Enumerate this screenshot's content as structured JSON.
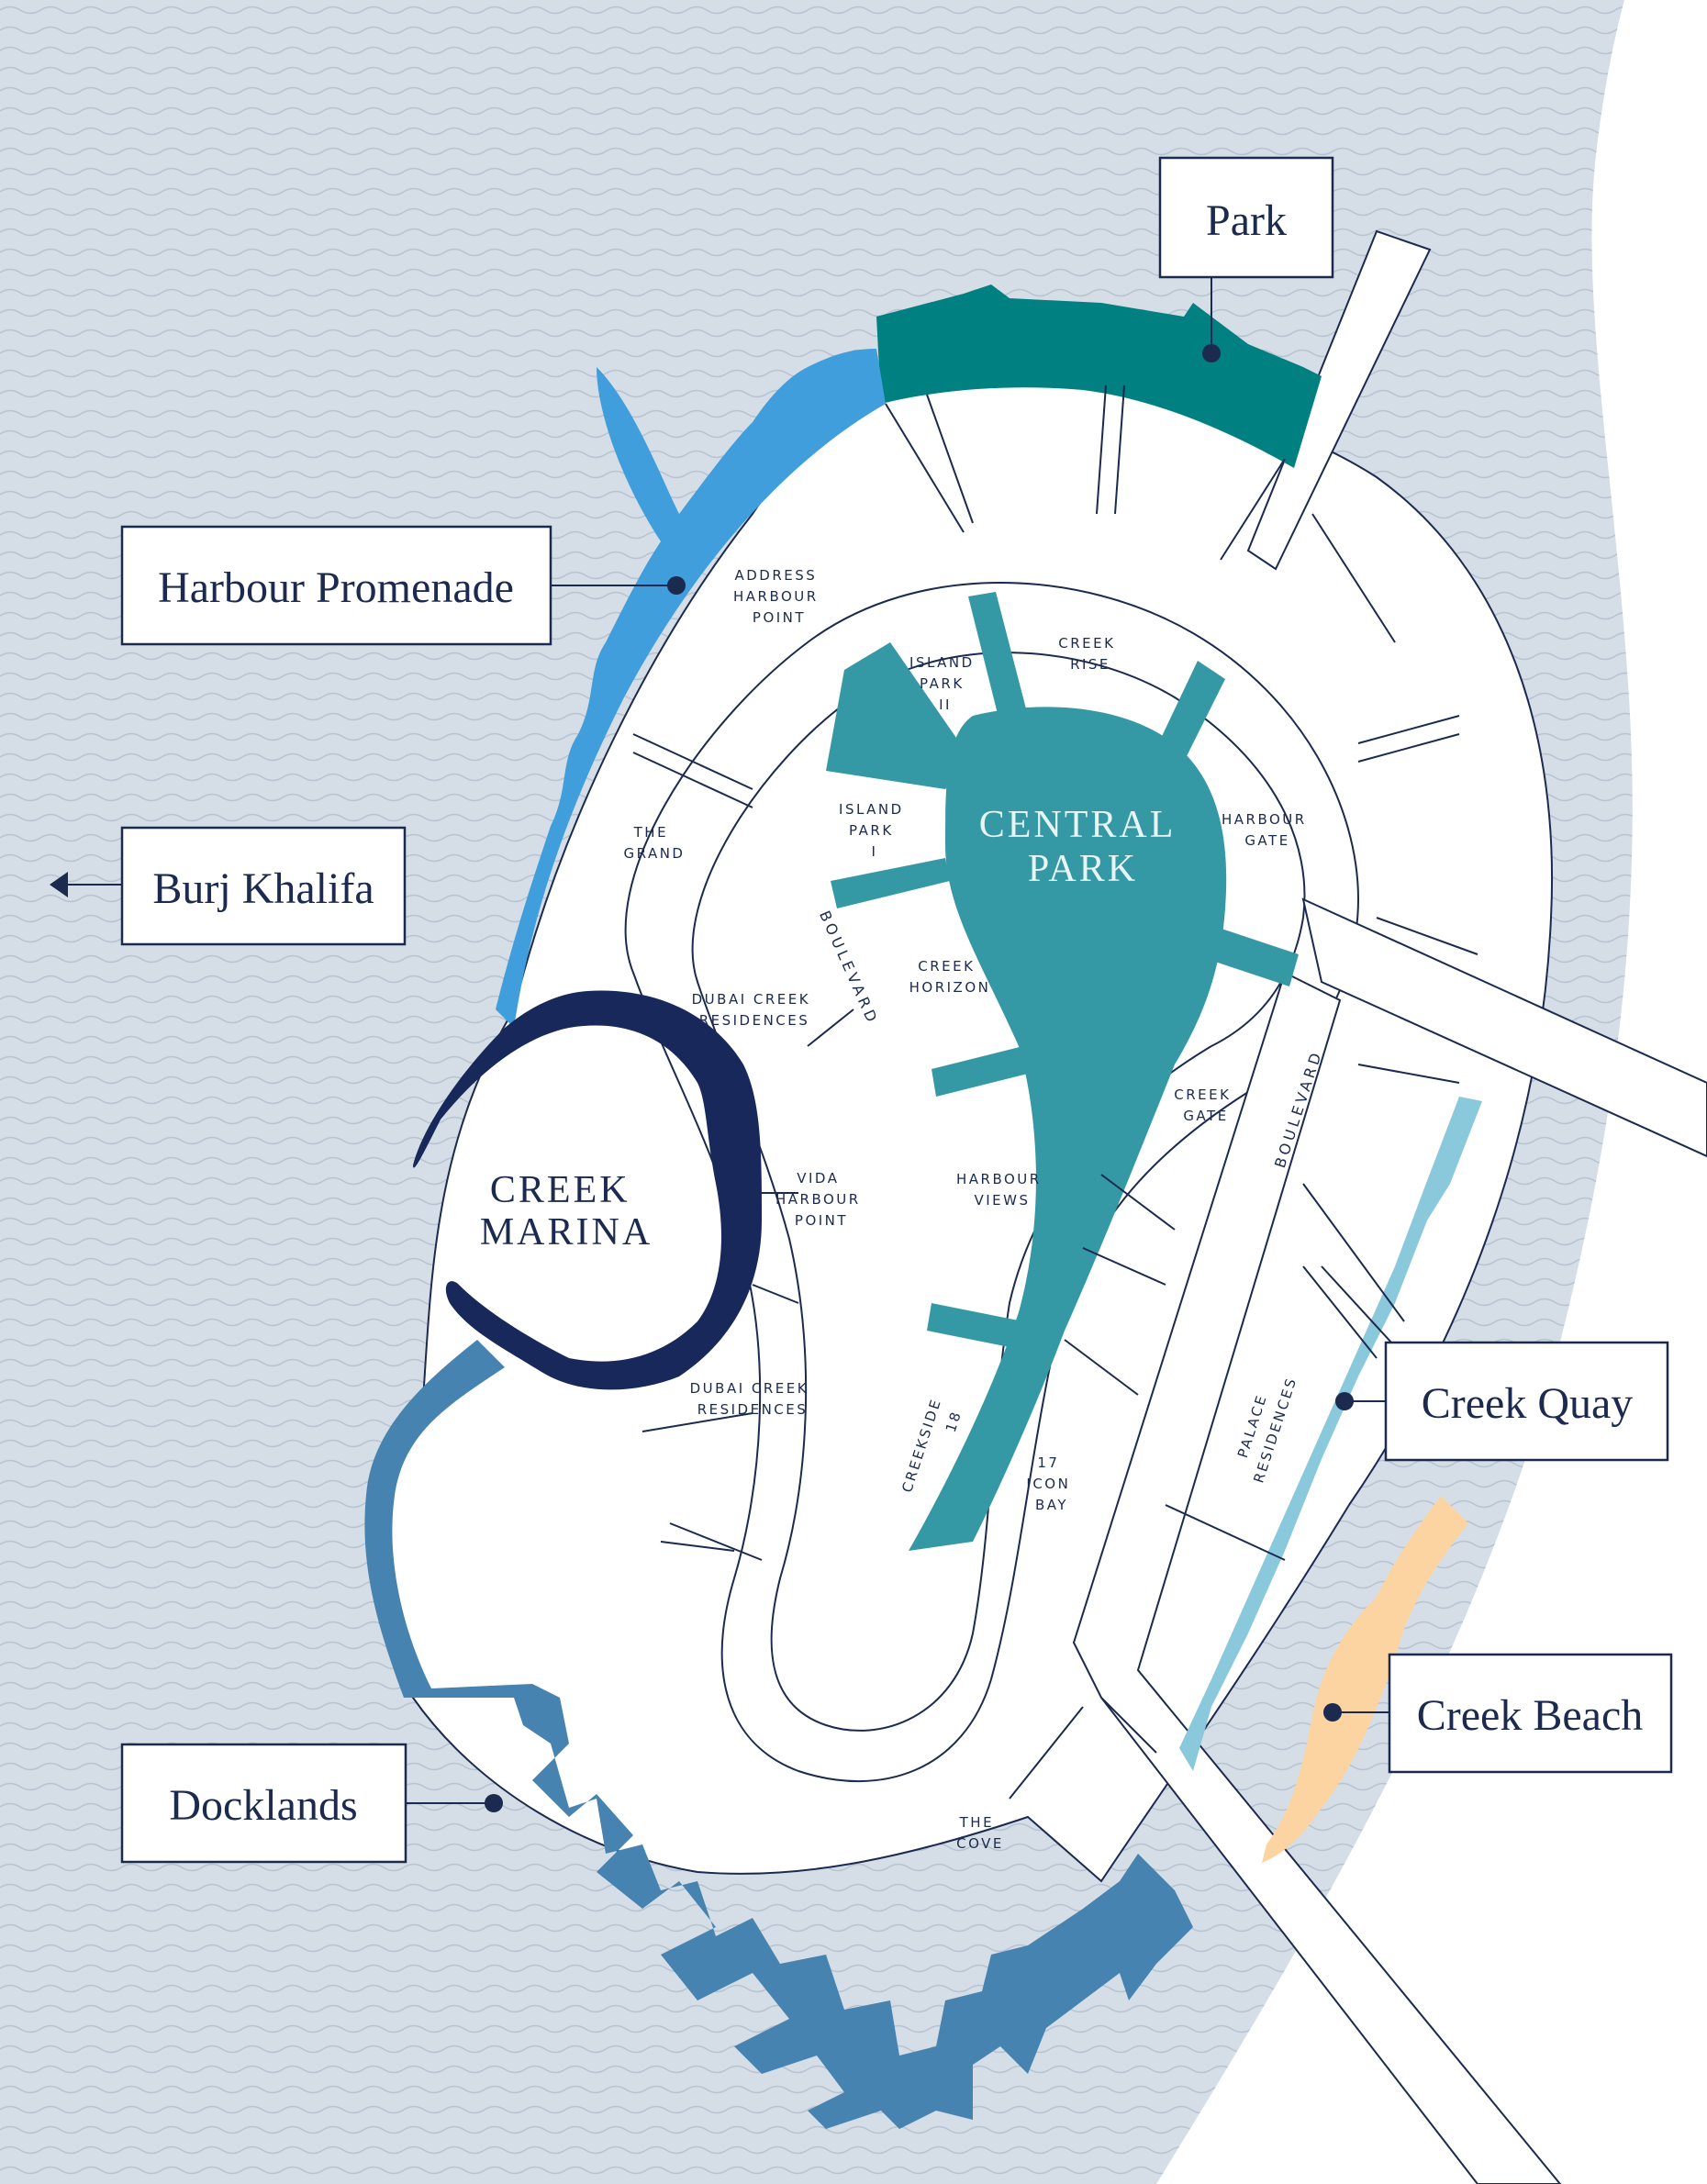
{
  "colors": {
    "water": "#d5dee7",
    "wave": "#b7c3d1",
    "ink": "#1b2a4e",
    "park": "#008080",
    "central_park": "#3599a5",
    "harbour_promenade": "#3f9edb",
    "creek_marina": "#18285a",
    "docklands": "#4683b0",
    "creek_quay": "#8ac8dc",
    "creek_beach": "#fbd4a2",
    "land": "#ffffff"
  },
  "callouts": {
    "park": "Park",
    "harbour_promenade": "Harbour Promenade",
    "burj_khalifa": "Burj Khalifa",
    "creek_quay": "Creek Quay",
    "creek_beach": "Creek Beach",
    "docklands": "Docklands"
  },
  "areas": {
    "central_park": [
      "CENTRAL",
      "PARK"
    ],
    "creek_marina": [
      "CREEK",
      "MARINA"
    ]
  },
  "plots": {
    "address_harbour_point": [
      "ADDRESS",
      "HARBOUR",
      "POINT"
    ],
    "island_park_ii": [
      "ISLAND",
      "PARK",
      "II"
    ],
    "creek_rise": [
      "CREEK",
      "RISE"
    ],
    "the_grand": [
      "THE",
      "GRAND"
    ],
    "island_park_i": [
      "ISLAND",
      "PARK",
      "I"
    ],
    "harbour_gate": [
      "HARBOUR",
      "GATE"
    ],
    "creek_horizon": [
      "CREEK",
      "HORIZON"
    ],
    "dubai_creek_residences_north": [
      "DUBAI CREEK",
      "RESIDENCES"
    ],
    "creek_gate": [
      "CREEK",
      "GATE"
    ],
    "vida_harbour_point": [
      "VIDA",
      "HARBOUR",
      "POINT"
    ],
    "harbour_views": [
      "HARBOUR",
      "VIEWS"
    ],
    "dubai_creek_residences_south": [
      "DUBAI CREEK",
      "RESIDENCES"
    ],
    "creekside_18": [
      "CREEKSIDE",
      "18"
    ],
    "icon_bay_17": [
      "17",
      "ICON",
      "BAY"
    ],
    "palace_residences": [
      "PALACE",
      "RESIDENCES"
    ],
    "the_cove": [
      "THE",
      "COVE"
    ]
  },
  "roads": {
    "boulevard_west": "BOULEVARD",
    "boulevard_east": "BOULEVARD"
  },
  "icons": {
    "burj_arrow": "arrow-left-icon"
  }
}
